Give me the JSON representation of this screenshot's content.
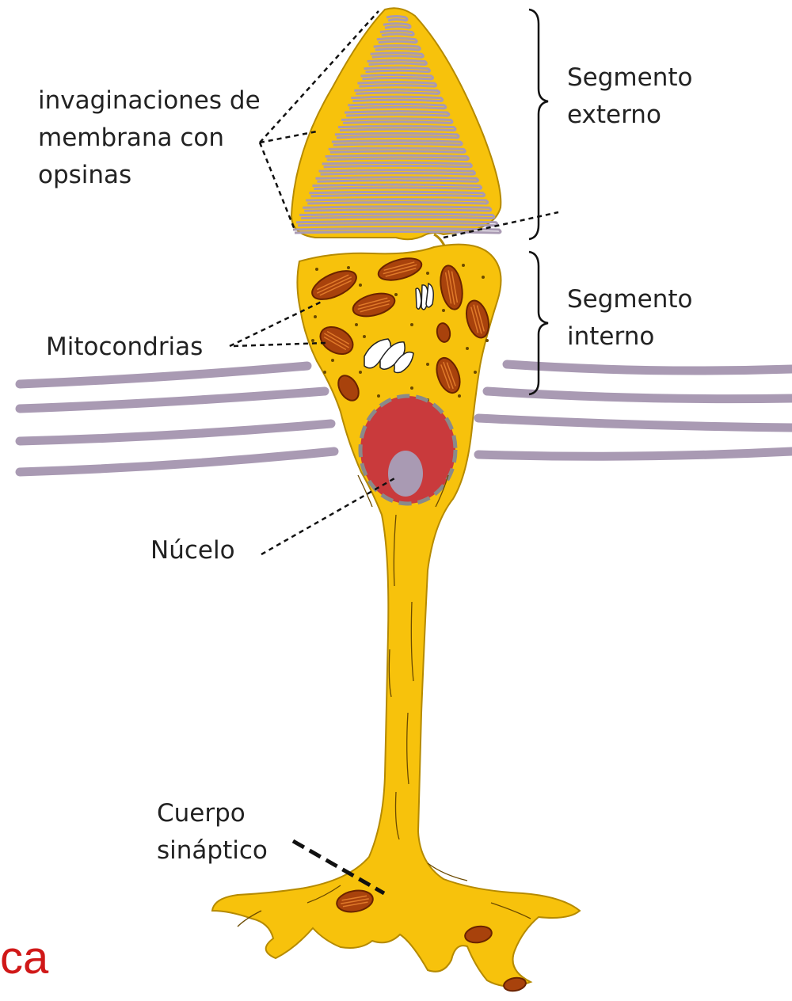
{
  "labels": {
    "invaginations": [
      "invaginaciones de",
      "membrana con",
      "opsinas"
    ],
    "outer_segment": [
      "Segmento",
      "externo"
    ],
    "inner_segment": [
      "Segmento",
      "interno"
    ],
    "mitochondria": "Mitocondrias",
    "nucleus": "Núcelo",
    "synaptic_body": [
      "Cuerpo",
      "sináptico"
    ]
  },
  "corner_text": "ca",
  "colors": {
    "cell_body": "#f7c20c",
    "cell_outline": "#b58a00",
    "discs": "#a99ab3",
    "membrane_bands": "#a99ab3",
    "mitochondria": "#a8420c",
    "nucleus": "#c93a3c",
    "nucleolus": "#a99ab3",
    "corner_text": "#d01818"
  }
}
